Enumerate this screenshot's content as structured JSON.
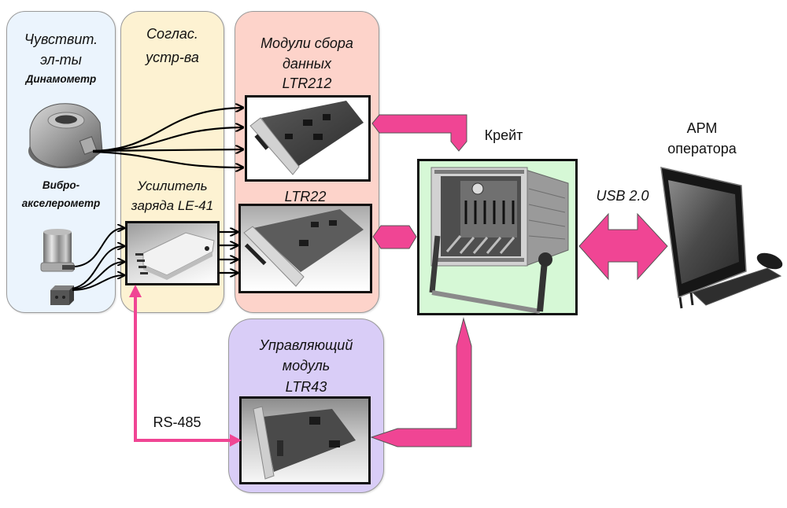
{
  "colors": {
    "sensors_bg": "#ebf4fd",
    "conditioning_bg": "#fdf2d2",
    "daq_bg": "#fdd3ca",
    "control_bg": "#d9cdf7",
    "crate_bg": "#d6f8d6",
    "arrow": "#f04594"
  },
  "panels": {
    "sensors": {
      "title_lines": [
        "Чувствит.",
        "эл-ты"
      ],
      "dynamometer_label": "Динамометр",
      "vibro_label_lines": [
        "Вибро-",
        "акселерометр"
      ]
    },
    "conditioning": {
      "title_lines": [
        "Соглас.",
        "устр-ва"
      ],
      "amplifier_label_lines": [
        "Усилитель",
        "заряда LE-41"
      ]
    },
    "daq": {
      "title_lines": [
        "Модули сбора",
        "данных",
        "LTR212"
      ],
      "second_module_label": "LTR22"
    },
    "control": {
      "title_lines": [
        "Управляющий",
        "модуль",
        "LTR43"
      ]
    }
  },
  "crate": {
    "label": "Крейт"
  },
  "workstation": {
    "label_lines": [
      "АРМ",
      "оператора"
    ]
  },
  "links": {
    "usb": "USB 2.0",
    "rs485": "RS-485"
  }
}
